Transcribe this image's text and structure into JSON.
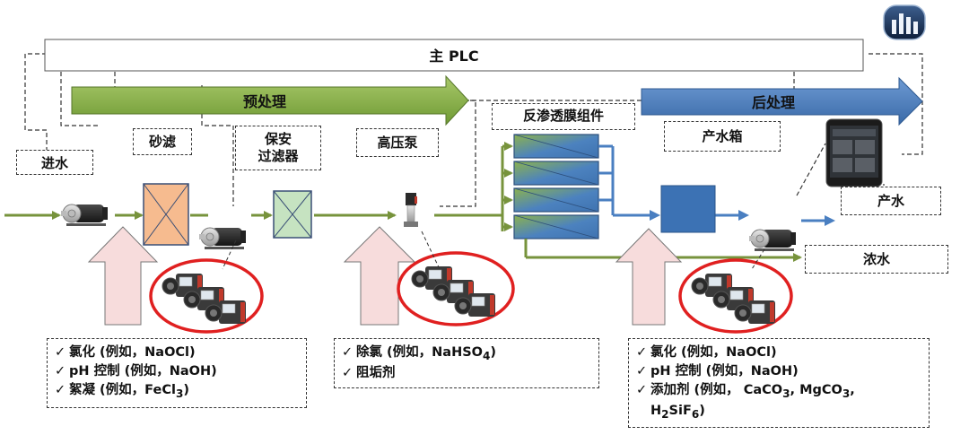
{
  "plc": {
    "label": "主 PLC"
  },
  "banners": {
    "pretreatment": "预处理",
    "posttreatment": "后处理"
  },
  "stages": {
    "feed": "进水",
    "sand_filter": "砂滤",
    "cartridge_filter_line1": "保安",
    "cartridge_filter_line2": "过滤器",
    "hp_pump": "高压泵",
    "ro_module": "反渗透膜组件",
    "product_tank": "产水箱",
    "product_water": "产水",
    "concentrate": "浓水"
  },
  "dosing_boxes": {
    "pre": [
      {
        "check": "✓",
        "main": "氯化 (例如，NaOCl)",
        "sub": "",
        "tail": ""
      },
      {
        "check": "✓",
        "main": "pH 控制 (例如，NaOH)",
        "sub": "",
        "tail": ""
      },
      {
        "check": "✓",
        "main": "絮凝 (例如，FeCl",
        "sub": "3",
        "tail": ")"
      }
    ],
    "mid": [
      {
        "check": "✓",
        "main": "除氯 (例如，NaHSO",
        "sub": "4",
        "tail": ")"
      },
      {
        "check": "✓",
        "main": "阻垢剂",
        "sub": "",
        "tail": ""
      }
    ],
    "post": [
      {
        "check": "✓",
        "main": "氯化 (例如，NaOCl)"
      },
      {
        "check": "✓",
        "main": "pH 控制 (例如，NaOH)"
      },
      {
        "check": "✓",
        "main": "添加剂 (例如， CaCO",
        "sub1": "3",
        "mid1": ", MgCO",
        "sub2": "3",
        "mid2": ","
      },
      {
        "check": "",
        "main": "H",
        "sub1": "2",
        "mid1": "SiF",
        "sub2": "6",
        "mid2": ")"
      }
    ]
  },
  "colors": {
    "flow_green": "#77933c",
    "banner_green": "#8db04a",
    "banner_blue": "#4a7fc1",
    "flow_blue": "#4a7fc1",
    "sand_filter": "#f6bb8f",
    "cartridge": "#c6e3c1",
    "tank": "#3c72b4",
    "dosing_arrow": "#f7dcdc",
    "ring": "#e02020"
  },
  "icons": [
    "feed-pump-icon",
    "booster-pump-icon",
    "high-pressure-pump-icon",
    "dosing-pump-icon",
    "smartphone-icon",
    "app-logo-icon"
  ]
}
